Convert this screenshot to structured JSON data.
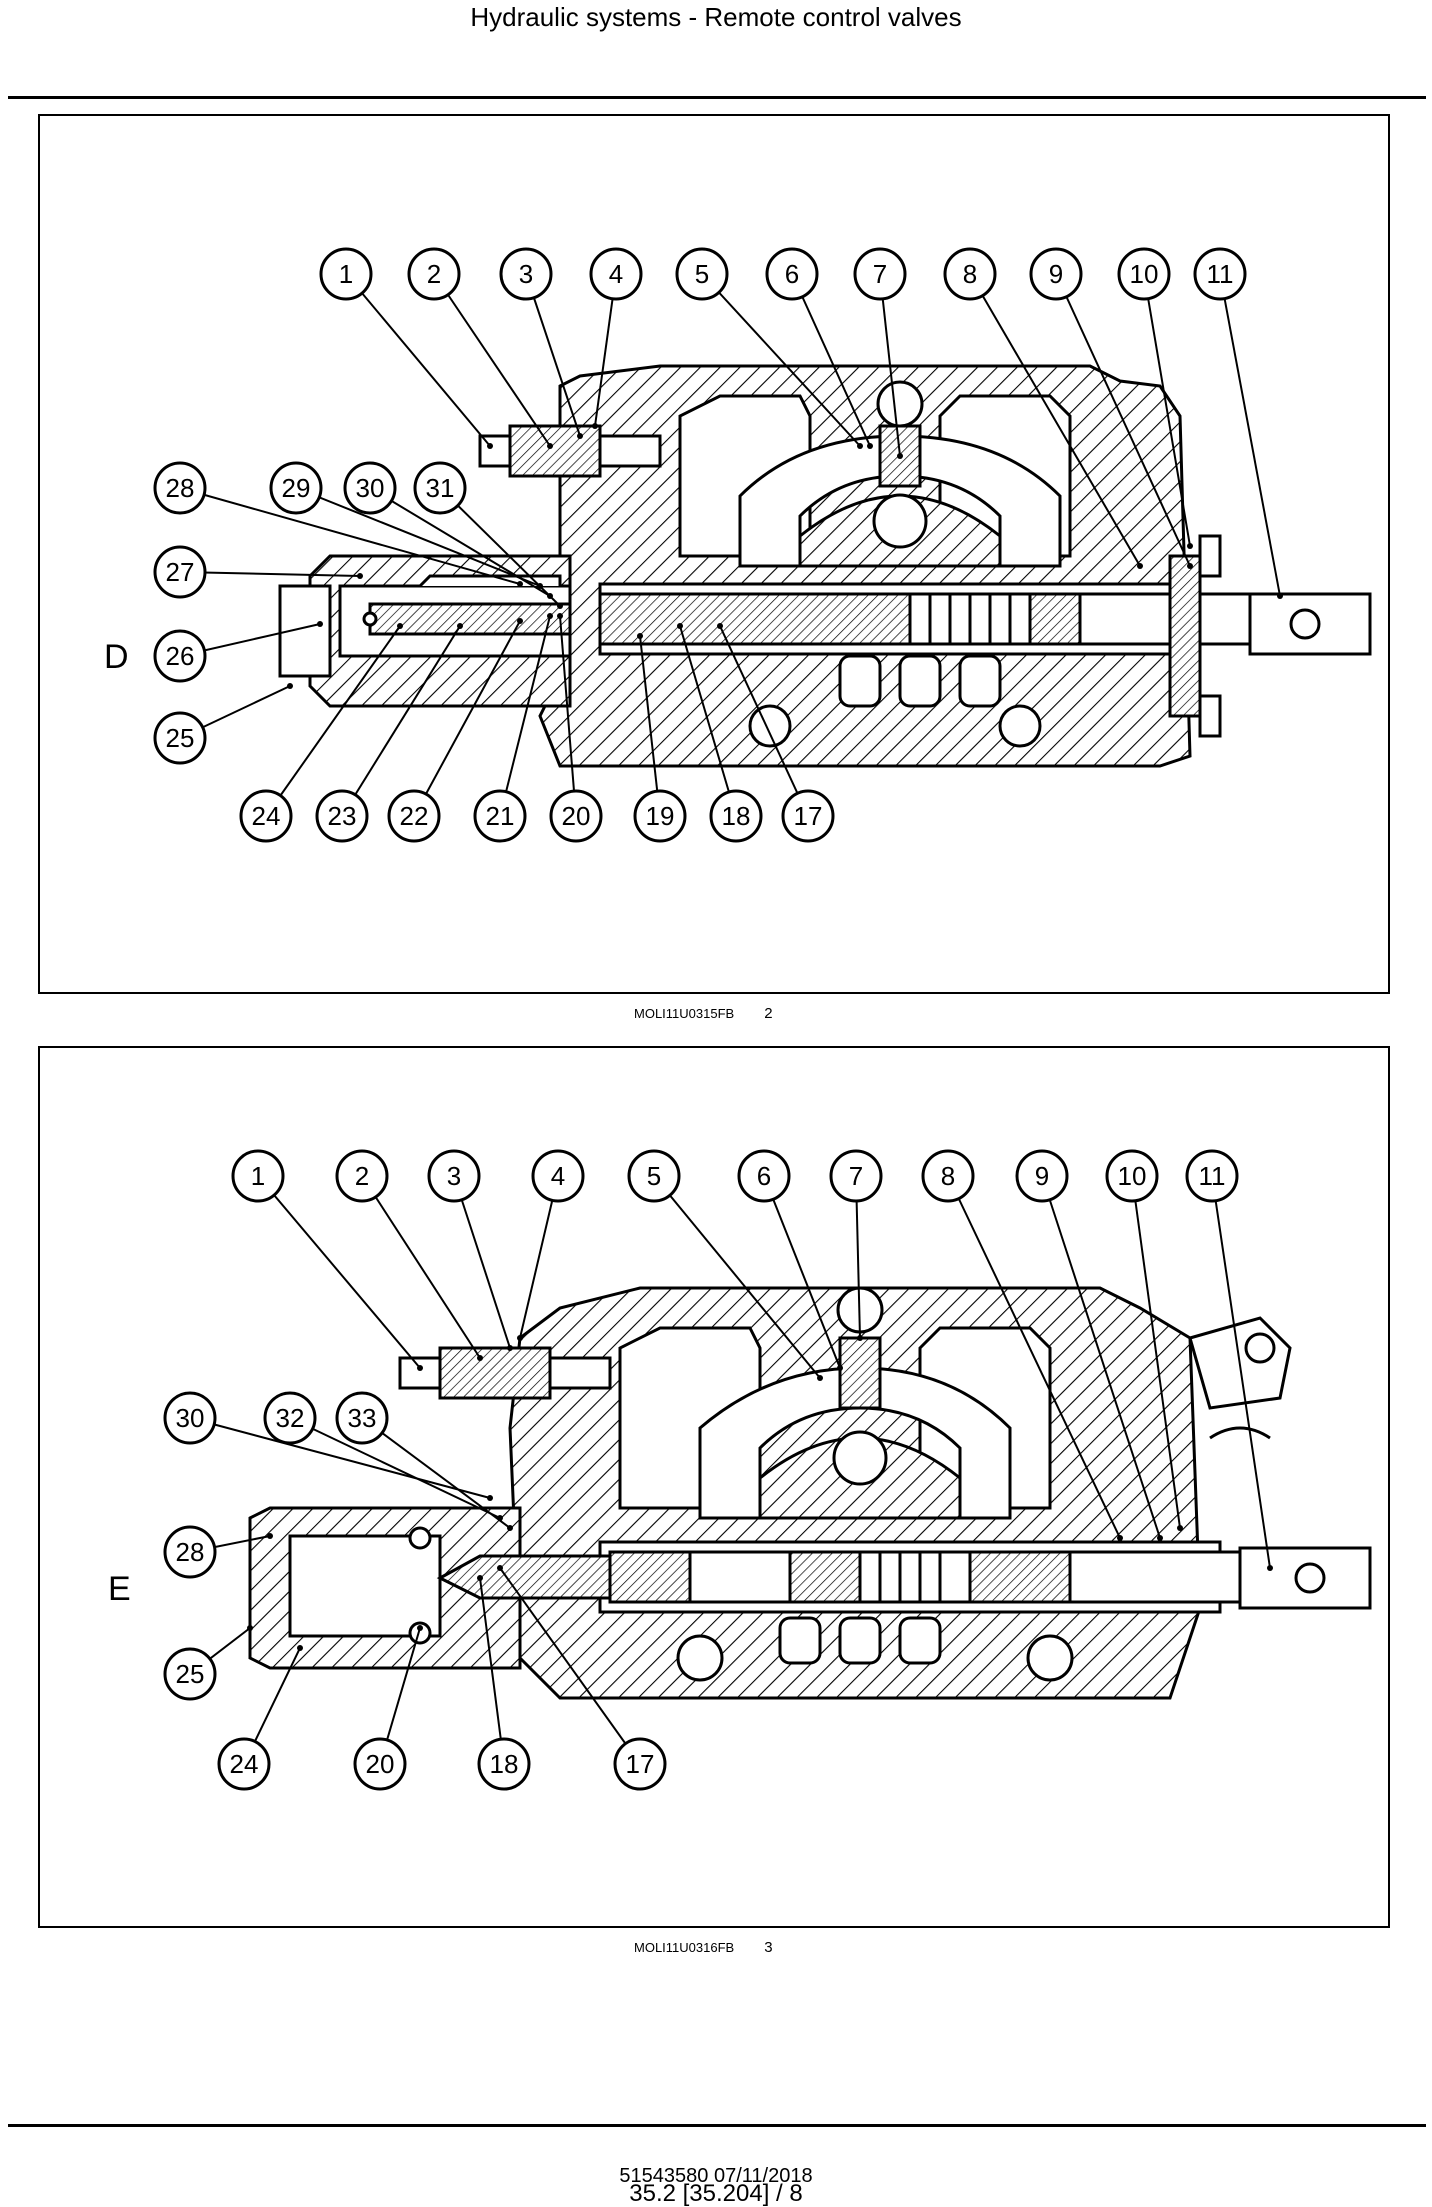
{
  "header": {
    "title": "Hydraulic systems - Remote control valves"
  },
  "figures": [
    {
      "view_letter": "D",
      "callouts_top": [
        "1",
        "2",
        "3",
        "4",
        "5",
        "6",
        "7",
        "8",
        "9",
        "10",
        "11"
      ],
      "callouts_left": [
        "28",
        "27",
        "26",
        "25"
      ],
      "callouts_mid": [
        "29",
        "30",
        "31"
      ],
      "callouts_bottom": [
        "24",
        "23",
        "22",
        "21",
        "20",
        "19",
        "18",
        "17"
      ],
      "image_code": "MOLI11U0315FB",
      "figure_number": "2"
    },
    {
      "view_letter": "E",
      "callouts_top": [
        "1",
        "2",
        "3",
        "4",
        "5",
        "6",
        "7",
        "8",
        "9",
        "10",
        "11"
      ],
      "callouts_left": [
        "30",
        "28",
        "25"
      ],
      "callouts_mid": [
        "32",
        "33"
      ],
      "callouts_bottom": [
        "24",
        "20",
        "18",
        "17"
      ],
      "image_code": "MOLI11U0316FB",
      "figure_number": "3"
    }
  ],
  "footer": {
    "doc_ref": "51543580 07/11/2018",
    "page_ref": "35.2 [35.204] / 8"
  }
}
